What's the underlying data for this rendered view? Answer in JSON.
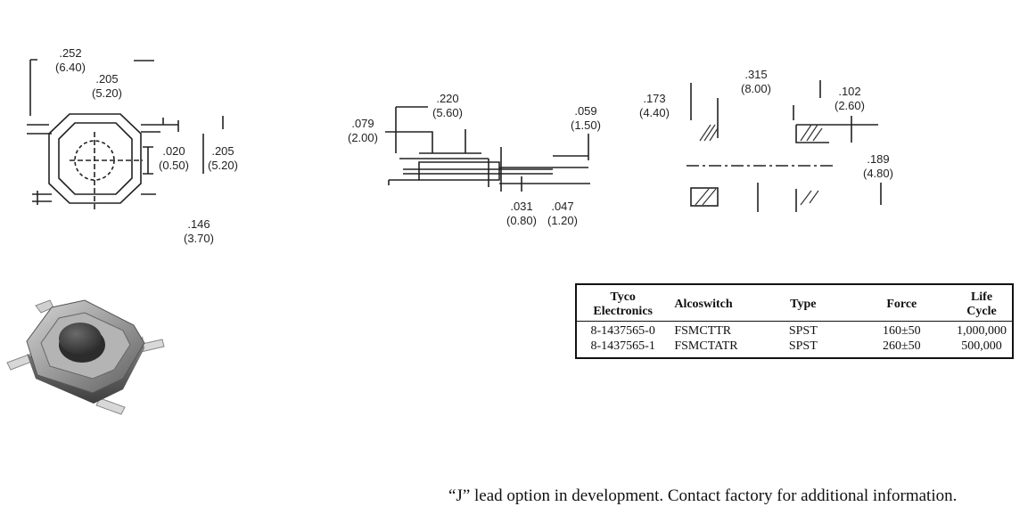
{
  "dimensions": {
    "d1": {
      "in": ".252",
      "mm": "(6.40)"
    },
    "d2": {
      "in": ".205",
      "mm": "(5.20)"
    },
    "d3": {
      "in": ".020",
      "mm": "(0.50)"
    },
    "d4": {
      "in": ".205",
      "mm": "(5.20)"
    },
    "d5": {
      "in": ".146",
      "mm": "(3.70)"
    },
    "d6": {
      "in": ".220",
      "mm": "(5.60)"
    },
    "d7": {
      "in": ".079",
      "mm": "(2.00)"
    },
    "d8": {
      "in": ".059",
      "mm": "(1.50)"
    },
    "d9": {
      "in": ".031",
      "mm": "(0.80)"
    },
    "d10": {
      "in": ".047",
      "mm": "(1.20)"
    },
    "d11": {
      "in": ".315",
      "mm": "(8.00)"
    },
    "d12": {
      "in": ".173",
      "mm": "(4.40)"
    },
    "d13": {
      "in": ".102",
      "mm": "(2.60)"
    },
    "d14": {
      "in": ".189",
      "mm": "(4.80)"
    }
  },
  "table": {
    "headers": {
      "tyco_line1": "Tyco",
      "tyco_line2": "Electronics",
      "alcoswitch": "Alcoswitch",
      "type": "Type",
      "force": "Force",
      "life_line1": "Life",
      "life_line2": "Cycle"
    },
    "rows": [
      {
        "tyco": "8-1437565-0",
        "alcoswitch": "FSMCTTR",
        "type": "SPST",
        "force": "160±50",
        "life": "1,000,000"
      },
      {
        "tyco": "8-1437565-1",
        "alcoswitch": "FSMCTATR",
        "type": "SPST",
        "force": "260±50",
        "life": "500,000"
      }
    ]
  },
  "note": "“J” lead option in development. Contact factory for additional information."
}
